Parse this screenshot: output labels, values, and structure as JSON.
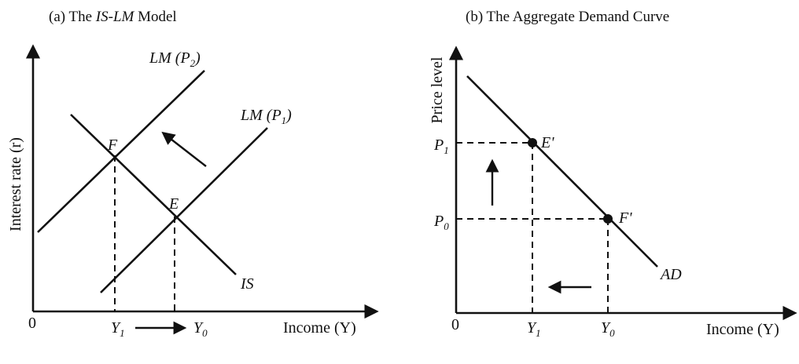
{
  "panel_a": {
    "title_prefix": "(a) The ",
    "title_italic": "IS-LM",
    "title_suffix": " Model",
    "y_axis_label": "Interest rate (r)",
    "x_axis_label": "Income (Y)",
    "origin_label": "0",
    "curves": {
      "lm2": "LM (P2)",
      "lm1": "LM (P1)",
      "is": "IS"
    },
    "points": {
      "f": "F",
      "e": "E"
    },
    "ticks": {
      "y1": "Y1",
      "y0": "Y0"
    }
  },
  "panel_b": {
    "title": "(b) The Aggregate Demand Curve",
    "y_axis_label": "Price level",
    "x_axis_label": "Income (Y)",
    "origin_label": "0",
    "curve": "AD",
    "points": {
      "e_prime": "E'",
      "f_prime": "F'"
    },
    "ticks": {
      "p1": "P1",
      "p0": "P0",
      "y1": "Y1",
      "y0": "Y0"
    }
  },
  "colors": {
    "ink": "#111111",
    "background": "#ffffff"
  }
}
